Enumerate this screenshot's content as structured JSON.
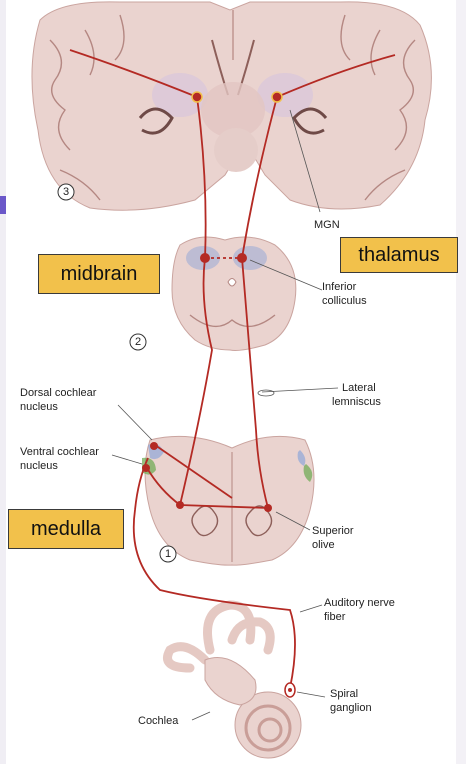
{
  "callouts": {
    "midbrain": "midbrain",
    "thalamus": "thalamus",
    "medulla": "medulla"
  },
  "section_numbers": {
    "brain": "3",
    "midbrain": "2",
    "medulla": "1"
  },
  "labels": {
    "mgn": "MGN",
    "inferior_colliculus_1": "Inferior",
    "inferior_colliculus_2": "colliculus",
    "lateral_lemniscus_1": "Lateral",
    "lateral_lemniscus_2": "lemniscus",
    "dorsal_cochlear_1": "Dorsal cochlear",
    "dorsal_cochlear_2": "nucleus",
    "ventral_cochlear_1": "Ventral cochlear",
    "ventral_cochlear_2": "nucleus",
    "superior_olive_1": "Superior",
    "superior_olive_2": "olive",
    "auditory_nerve_1": "Auditory nerve",
    "auditory_nerve_2": "fiber",
    "spiral_ganglion_1": "Spiral",
    "spiral_ganglion_2": "ganglion",
    "cochlea": "Cochlea"
  },
  "colors": {
    "pathway": "#b42a24",
    "tissue": "#ead3cf",
    "tissue_dark": "#c99e98",
    "gray_matter": "#d8b8b4",
    "callout_bg": "#f2c14b",
    "blue_nucleus": "#8fa6d8",
    "green_nucleus": "#6aa84f"
  }
}
